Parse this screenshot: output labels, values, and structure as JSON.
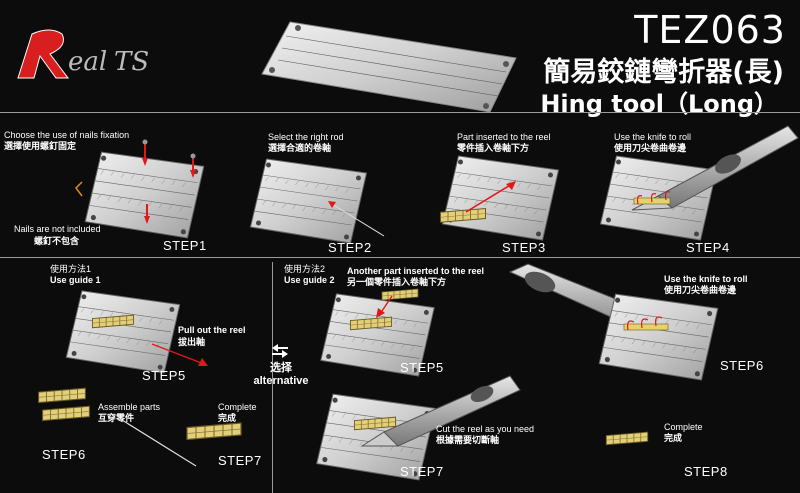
{
  "header": {
    "brand": "RealTS",
    "code": "TEZ063",
    "title_cn": "簡易鉸鏈彎折器(長)",
    "title_en": "Hing tool（Long）"
  },
  "steps_top": [
    {
      "label": "STEP1",
      "cap_en": "Choose the use of nails fixation",
      "cap_cn": "選擇使用螺釘固定",
      "note_en": "Nails are not included",
      "note_cn": "螺釘不包含"
    },
    {
      "label": "STEP2",
      "cap_en": "Select the right rod",
      "cap_cn": "選擇合適的卷軸"
    },
    {
      "label": "STEP3",
      "cap_en": "Part inserted to the reel",
      "cap_cn": "零件插入卷軸下方"
    },
    {
      "label": "STEP4",
      "cap_en": "Use the knife to roll",
      "cap_cn": "使用刀尖卷曲卷邊"
    }
  ],
  "guide1": {
    "cap_cn": "使用方法1",
    "cap_en": "Use guide 1",
    "step5": "STEP5",
    "pull_en": "Pull out the reel",
    "pull_cn": "拔出軸",
    "step6": "STEP6",
    "assemble_en": "Assemble parts",
    "assemble_cn": "互穿零件",
    "step7": "STEP7",
    "complete_en": "Complete",
    "complete_cn": "完成"
  },
  "alt": {
    "cn": "选择",
    "en": "alternative"
  },
  "guide2": {
    "cap_cn": "使用方法2",
    "cap_en": "Use guide 2",
    "another_en": "Another part inserted to the reel",
    "another_cn": "另一個零件插入卷軸下方",
    "step5": "STEP5",
    "knife_en": "Use the knife to roll",
    "knife_cn": "使用刀尖卷曲卷邊",
    "step6": "STEP6",
    "cut_en": "Cut the reel as you need",
    "cut_cn": "根據需要切斷軸",
    "step7": "STEP7",
    "complete_en": "Complete",
    "complete_cn": "完成",
    "step8": "STEP8"
  }
}
